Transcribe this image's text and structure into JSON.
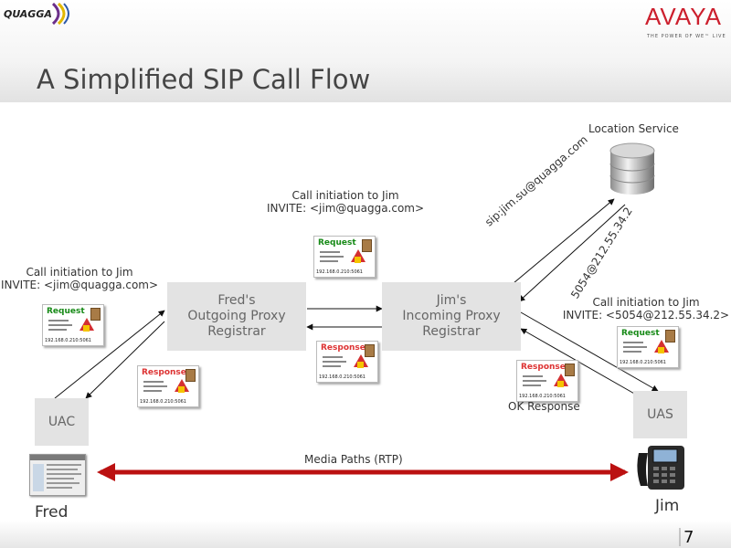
{
  "slide": {
    "title": "A Simplified SIP Call Flow",
    "page_number": "7"
  },
  "logos": {
    "left": "QUAGGA",
    "right": "AVAYA",
    "right_tagline": "THE POWER OF WE™ LIVE"
  },
  "nodes": {
    "fred_proxy": [
      "Fred's",
      "Outgoing Proxy",
      "Registrar"
    ],
    "jim_proxy": [
      "Jim's",
      "Incoming Proxy",
      "Registrar"
    ],
    "uac": "UAC",
    "uas": "UAS",
    "location_service": "Location Service"
  },
  "labels": {
    "call_initiation_left": [
      "Call initiation to Jim",
      "INVITE:  <jim@quagga.com>"
    ],
    "call_initiation_center": [
      "Call initiation to Jim",
      "INVITE:  <jim@quagga.com>"
    ],
    "call_initiation_right": [
      "Call initiation to Jim",
      "INVITE:  <5054@212.55.34.2>"
    ],
    "lookup_query": "sip:jim.su@quagga.com",
    "lookup_result": "5054@212.55.34.2",
    "ok_response": "OK Response",
    "media_paths": "Media Paths (RTP)",
    "fred": "Fred",
    "jim": "Jim"
  },
  "cards": {
    "request": "Request",
    "response": "Response",
    "ip": "192.168.0.210:5061"
  },
  "colors": {
    "node_fill": "#e3e3e3",
    "media_arrow": "#bb1111",
    "avaya_red": "#cc1f2d",
    "request_text": "#178a17",
    "response_text": "#dd3333"
  }
}
